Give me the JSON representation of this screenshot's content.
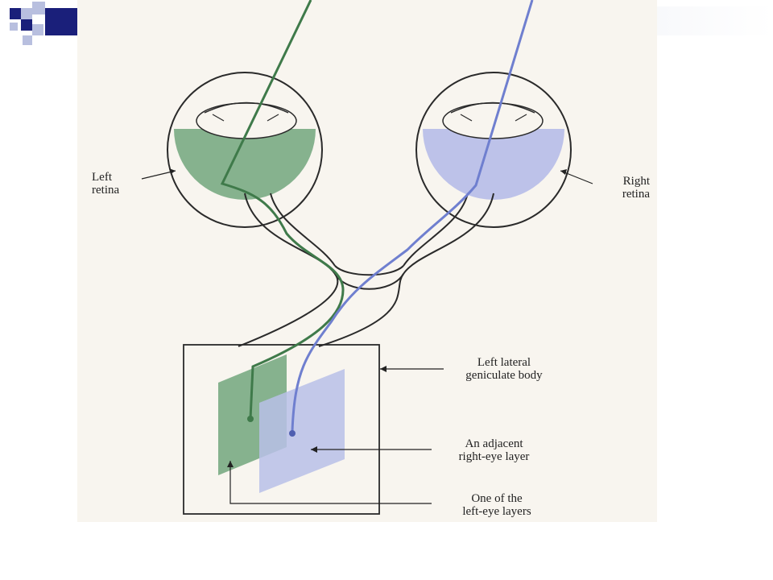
{
  "colors": {
    "left_eye": "#3f7a4a",
    "left_eye_fill": "#7fae88",
    "right_eye": "#6f7fcf",
    "right_eye_fill": "#b9bfe8",
    "outline": "#2a2a2a",
    "deco_blue": "#1a1f7a",
    "deco_light": "#b8bfdf"
  },
  "labels": {
    "left_retina": "Left\nretina",
    "right_retina": "Right\nretina",
    "lgn": "Left lateral\ngeniculate body",
    "right_eye_layer": "An adjacent\nright-eye layer",
    "left_eye_layer": "One of the\nleft-eye layers"
  }
}
